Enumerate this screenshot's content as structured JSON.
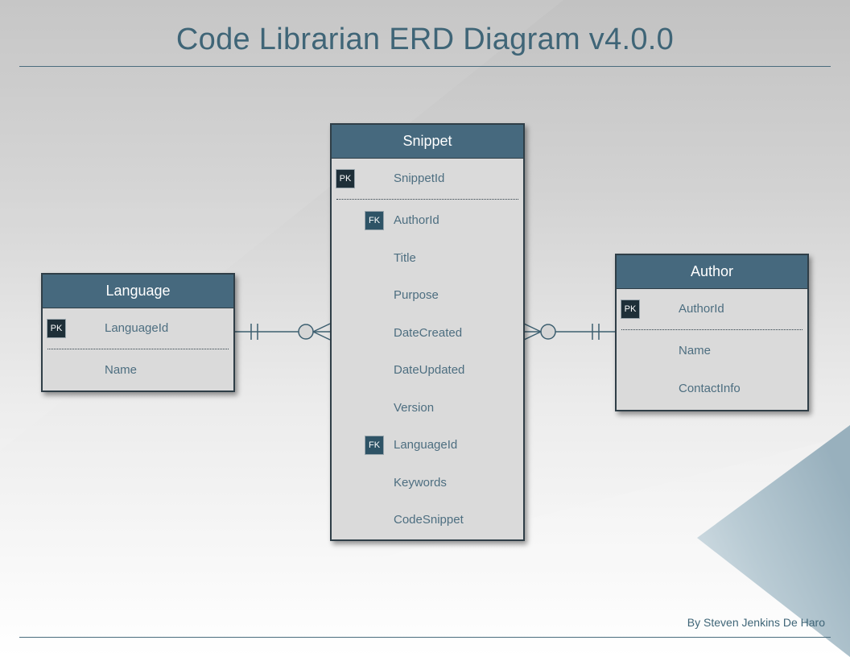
{
  "title": "Code Librarian ERD Diagram v4.0.0",
  "credit": "By Steven Jenkins De Haro",
  "colors": {
    "accent": "#46697e",
    "title": "#3f6577",
    "line": "#4a6c7d"
  },
  "entities": {
    "snippet": {
      "name": "Snippet",
      "primary_key": {
        "badge": "PK",
        "field": "SnippetId"
      },
      "fields": [
        {
          "badge": "FK",
          "field": "AuthorId"
        },
        {
          "badge": "",
          "field": "Title"
        },
        {
          "badge": "",
          "field": "Purpose"
        },
        {
          "badge": "",
          "field": "DateCreated"
        },
        {
          "badge": "",
          "field": "DateUpdated"
        },
        {
          "badge": "",
          "field": "Version"
        },
        {
          "badge": "FK",
          "field": "LanguageId"
        },
        {
          "badge": "",
          "field": "Keywords"
        },
        {
          "badge": "",
          "field": "CodeSnippet"
        }
      ]
    },
    "language": {
      "name": "Language",
      "primary_key": {
        "badge": "PK",
        "field": "LanguageId"
      },
      "fields": [
        {
          "badge": "",
          "field": "Name"
        }
      ]
    },
    "author": {
      "name": "Author",
      "primary_key": {
        "badge": "PK",
        "field": "AuthorId"
      },
      "fields": [
        {
          "badge": "",
          "field": "Name"
        },
        {
          "badge": "",
          "field": "ContactInfo"
        }
      ]
    }
  },
  "relationships": [
    {
      "from": "Language",
      "to": "Snippet",
      "from_cardinality": "one-and-only-one",
      "to_cardinality": "zero-or-many"
    },
    {
      "from": "Author",
      "to": "Snippet",
      "from_cardinality": "one-and-only-one",
      "to_cardinality": "zero-or-many"
    }
  ]
}
